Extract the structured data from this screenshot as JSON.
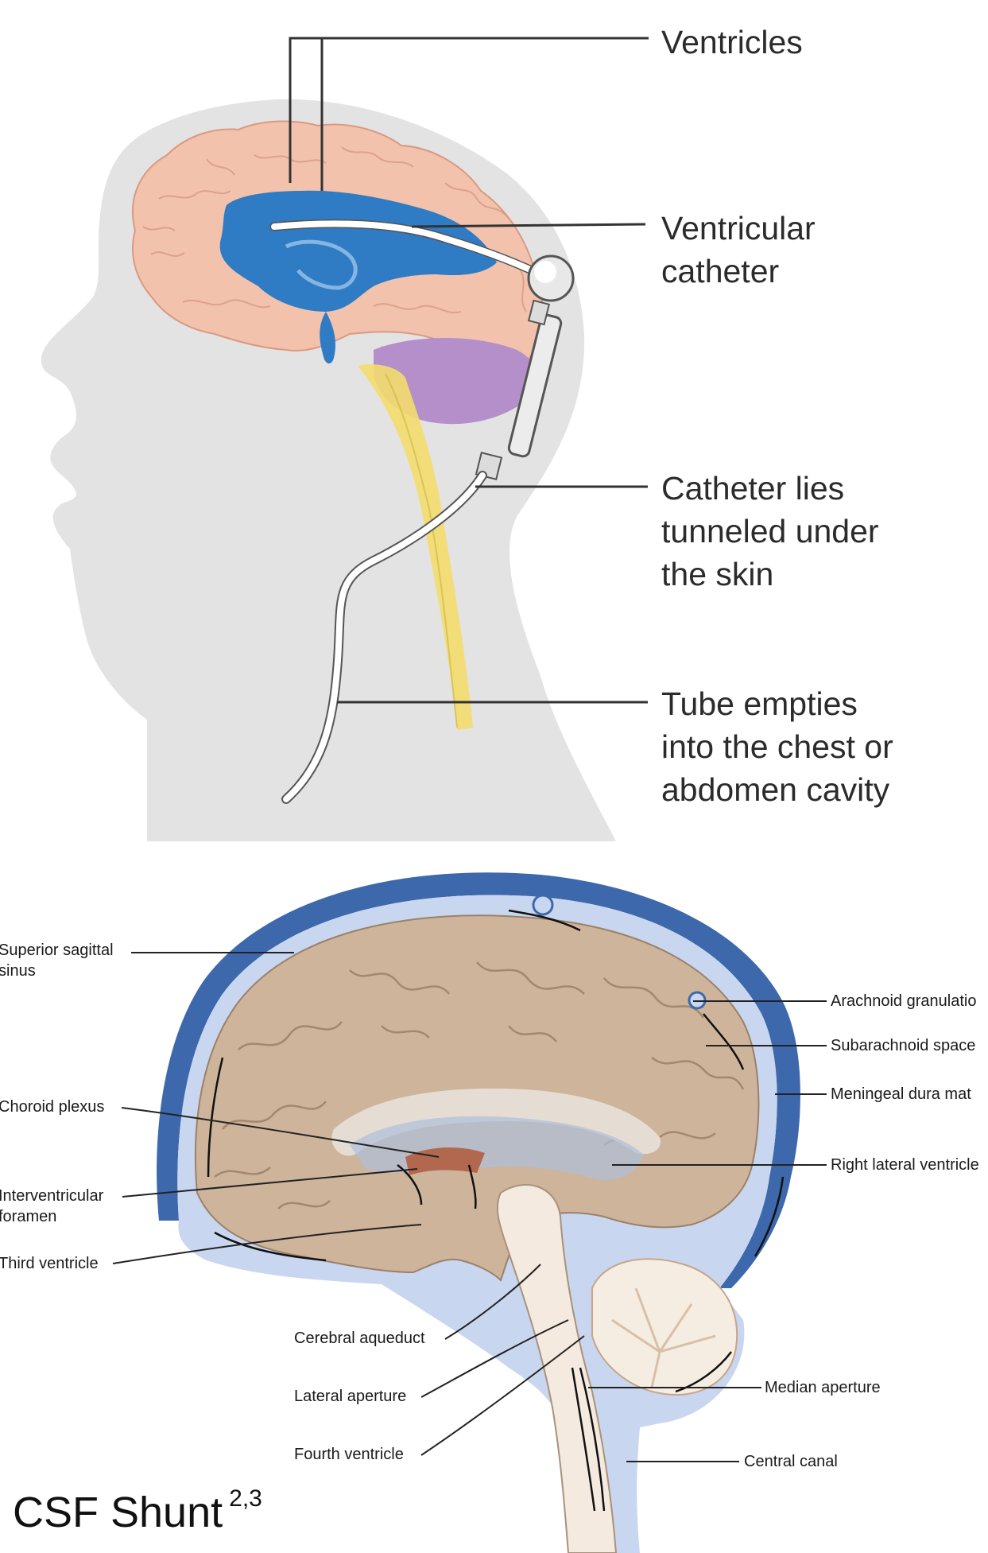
{
  "top_figure": {
    "labels": {
      "ventricles": "Ventricles",
      "ventricular_catheter_1": "Ventricular",
      "ventricular_catheter_2": "catheter",
      "tunneled_1": "Catheter lies",
      "tunneled_2": "tunneled under",
      "tunneled_3": "the skin",
      "empties_1": "Tube empties",
      "empties_2": "into the chest or",
      "empties_3": "abdomen cavity"
    },
    "colors": {
      "head": "#e3e3e3",
      "brain": "#f2c2ac",
      "ventricles": "#2f7bc4",
      "cerebellum": "#b48fc9",
      "spinal_cord": "#f3dc6d",
      "catheter": "#ffffff"
    }
  },
  "bottom_figure": {
    "labels": {
      "superior_sagittal_1": "Superior sagittal",
      "superior_sagittal_2": "sinus",
      "choroid_plexus": "Choroid plexus",
      "interventricular_1": "Interventricular",
      "interventricular_2": "foramen",
      "third_ventricle": "Third ventricle",
      "cerebral_aqueduct": "Cerebral aqueduct",
      "lateral_aperture": "Lateral aperture",
      "fourth_ventricle": "Fourth ventricle",
      "arachnoid_granulation": "Arachnoid granulatio",
      "subarachnoid_space": "Subarachnoid space",
      "meningeal_dura": "Meningeal dura mat",
      "right_lateral_ventricle": "Right lateral ventricle",
      "median_aperture": "Median aperture",
      "central_canal": "Central canal"
    },
    "colors": {
      "dura_sinus": "#3d68ac",
      "csf": "#c8d6ef",
      "brain": "#cdb49b",
      "cerebellum": "#f6ede2"
    }
  },
  "caption": {
    "text": ". CSF Shunt",
    "superscript": "2,3"
  }
}
